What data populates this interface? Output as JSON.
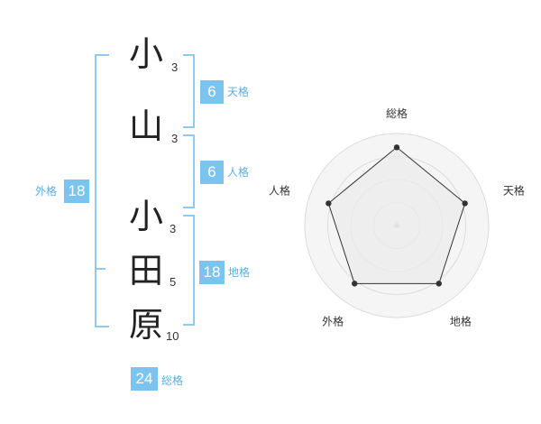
{
  "characters": [
    {
      "char": "小",
      "strokes": "3"
    },
    {
      "char": "山",
      "strokes": "3"
    },
    {
      "char": "小",
      "strokes": "3"
    },
    {
      "char": "田",
      "strokes": "5"
    },
    {
      "char": "原",
      "strokes": "10"
    }
  ],
  "kaku": {
    "tenkaku": {
      "value": "6",
      "label": "天格"
    },
    "jinkaku": {
      "value": "6",
      "label": "人格"
    },
    "chikaku": {
      "value": "18",
      "label": "地格"
    },
    "gaikaku": {
      "value": "18",
      "label": "外格"
    },
    "soukaku": {
      "value": "24",
      "label": "総格"
    }
  },
  "colors": {
    "accent": "#7cc4f0",
    "accent_text": "#5aaee0",
    "bracket": "#8ccbf2"
  },
  "chart_data": {
    "type": "radar",
    "axes": [
      "総格",
      "天格",
      "地格",
      "外格",
      "人格"
    ],
    "values": [
      0.85,
      0.78,
      0.78,
      0.78,
      0.78
    ],
    "range": [
      0,
      1
    ],
    "grid_rings": 4
  }
}
